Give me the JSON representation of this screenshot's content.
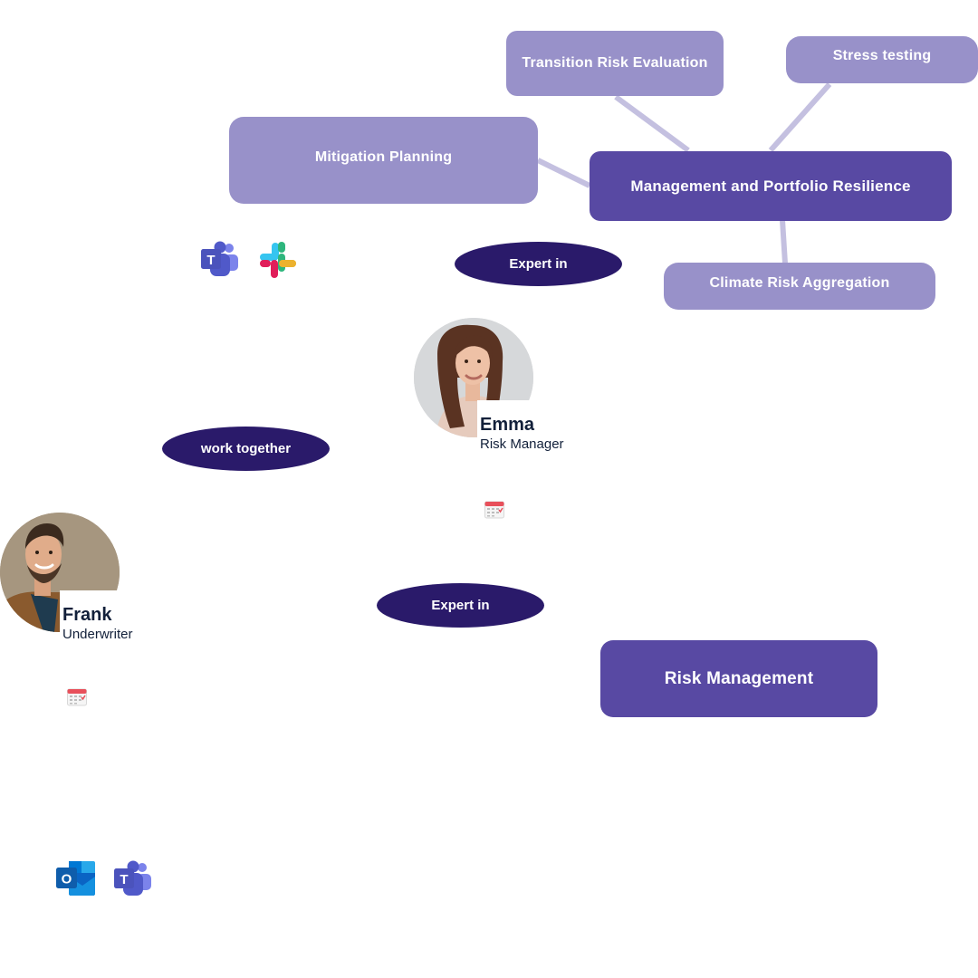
{
  "topics": {
    "transition_risk": "Transition Risk Evaluation",
    "stress_testing": "Stress testing",
    "mitigation_planning": "Mitigation Planning",
    "management_resilience": "Management and Portfolio Resilience",
    "climate_risk_aggregation": "Climate Risk Aggregation",
    "risk_management": "Risk Management"
  },
  "relations": {
    "emma_expert_in": "Expert in",
    "work_together": "work together",
    "frank_expert_in": "Expert in"
  },
  "people": {
    "emma": {
      "name": "Emma",
      "role": "Risk Manager"
    },
    "frank": {
      "name": "Frank",
      "role": "Underwriter"
    }
  },
  "icons": {
    "emma_apps": [
      "microsoft-teams-icon",
      "slack-icon"
    ],
    "frank_apps": [
      "outlook-icon",
      "microsoft-teams-icon"
    ],
    "calendar": "calendar-icon"
  },
  "colors": {
    "light_node": "#9891c9",
    "dark_node": "#5849a3",
    "pill": "#2a1a6a",
    "connector": "#c4c0e0"
  }
}
